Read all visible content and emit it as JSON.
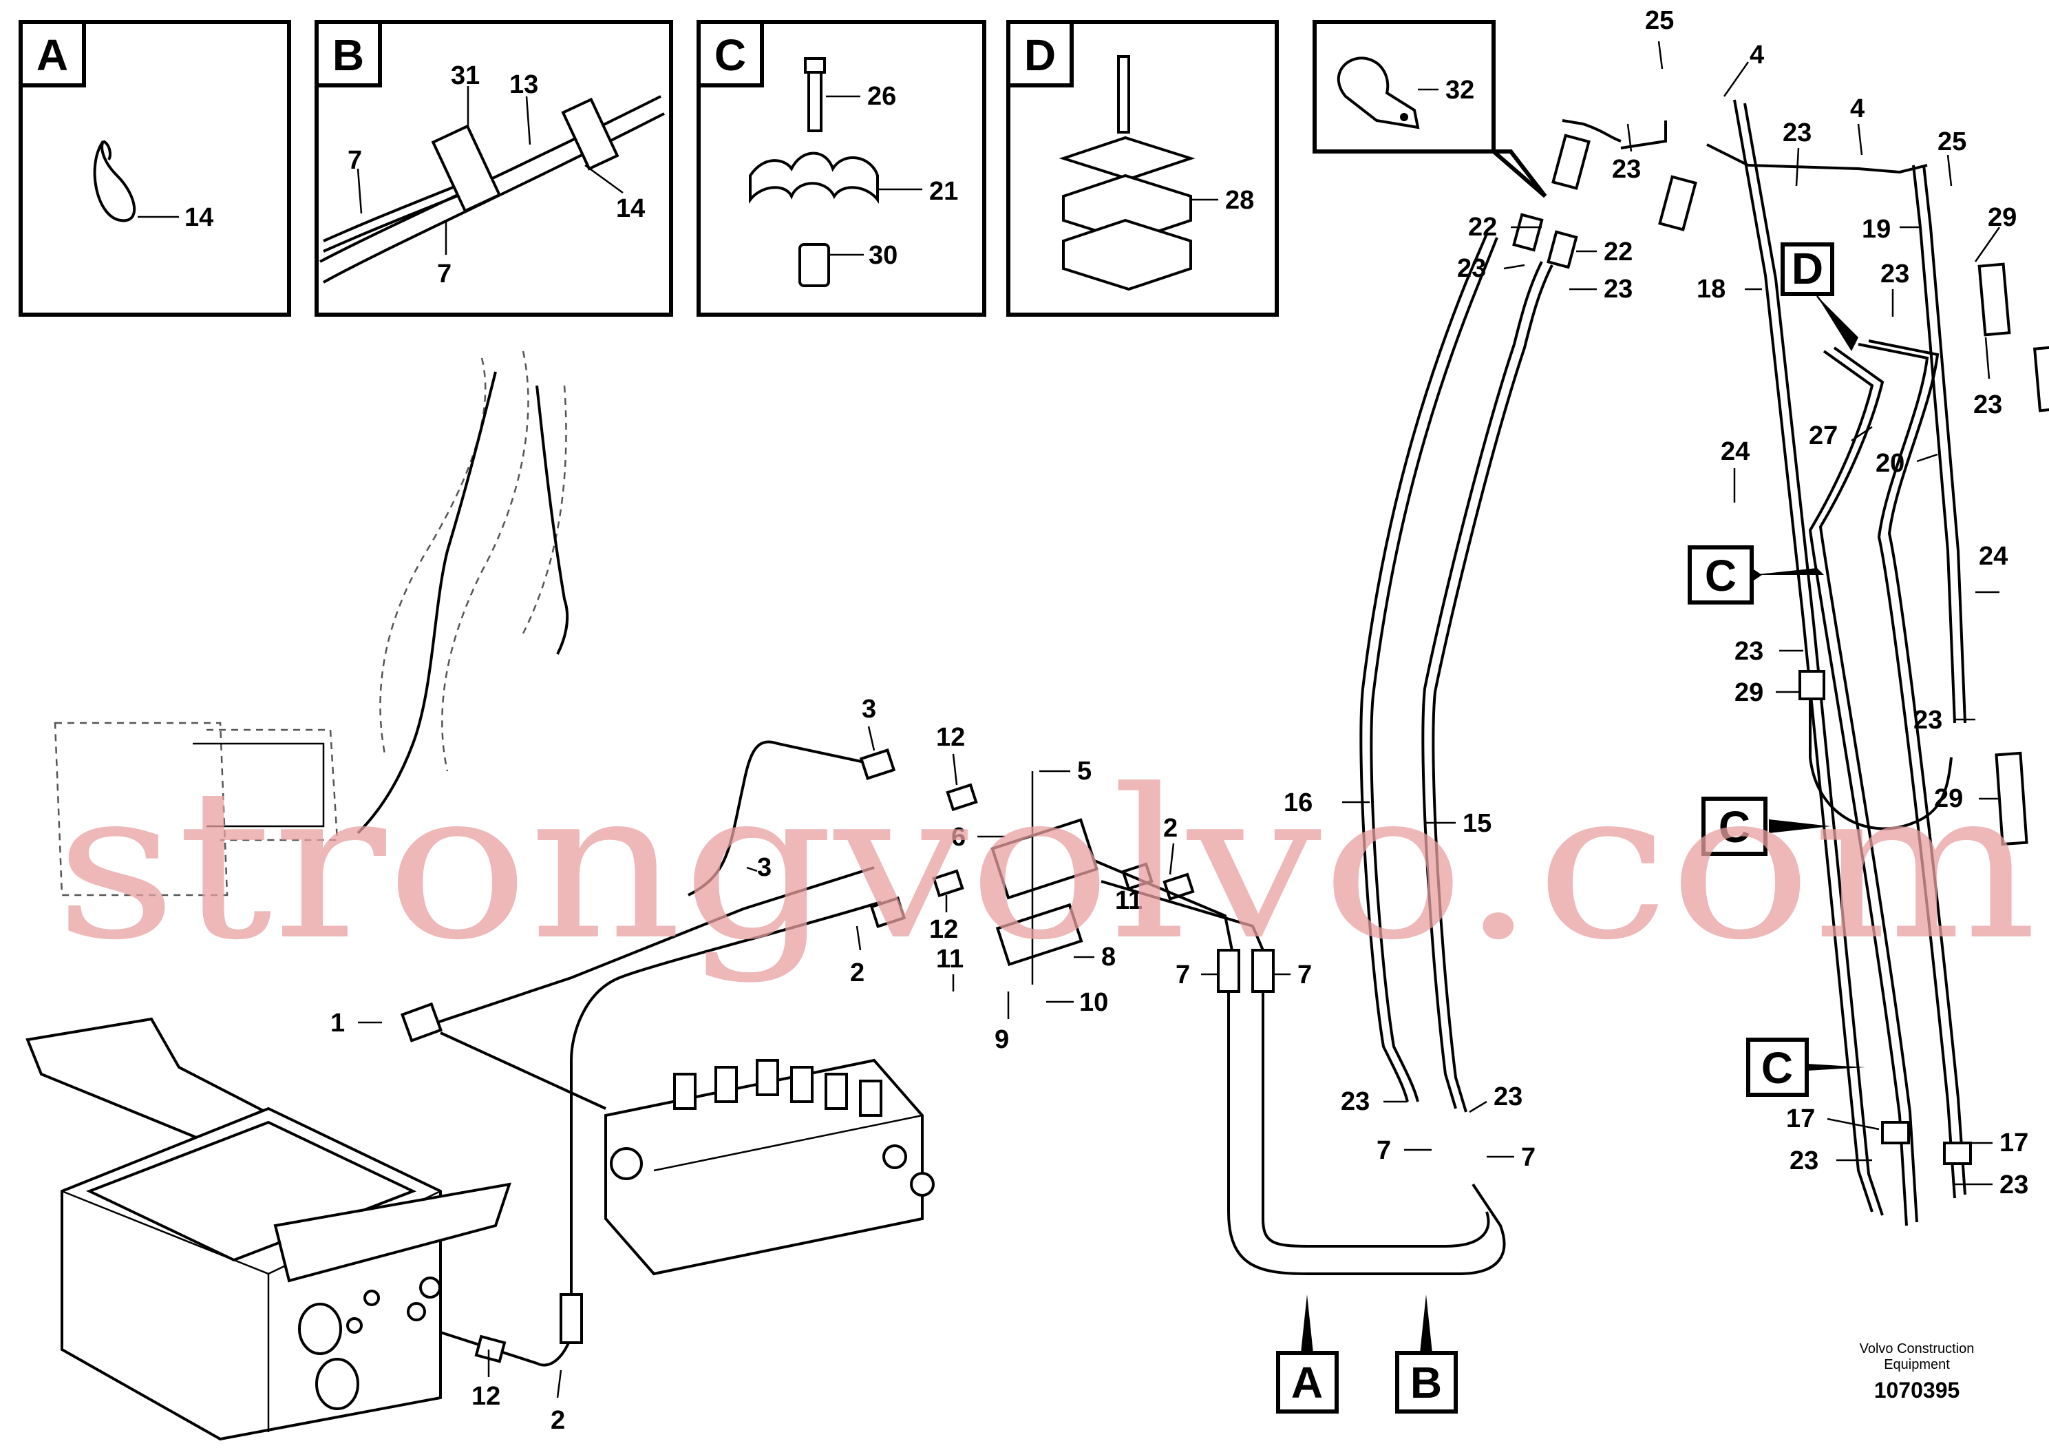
{
  "diagram": {
    "detail_views": [
      {
        "letter": "A",
        "callouts": [
          "14"
        ]
      },
      {
        "letter": "B",
        "callouts": [
          "31",
          "13",
          "7",
          "14",
          "7"
        ]
      },
      {
        "letter": "C",
        "callouts": [
          "26",
          "21",
          "30"
        ]
      },
      {
        "letter": "D",
        "callouts": [
          "28"
        ]
      }
    ],
    "clamp_callout": "32",
    "callouts": [
      "25",
      "4",
      "23",
      "4",
      "25",
      "23",
      "22",
      "23",
      "22",
      "23",
      "29",
      "19",
      "18",
      "23",
      "23",
      "24",
      "27",
      "20",
      "24",
      "23",
      "29",
      "23",
      "29",
      "16",
      "15",
      "3",
      "12",
      "5",
      "6",
      "2",
      "3",
      "12",
      "11",
      "2",
      "8",
      "11",
      "10",
      "9",
      "7",
      "7",
      "1",
      "23",
      "7",
      "23",
      "7",
      "17",
      "17",
      "23",
      "23",
      "12",
      "2"
    ],
    "pointer_boxes": [
      "D",
      "C",
      "C",
      "C",
      "A",
      "B"
    ],
    "watermark": "strongvolvo.com",
    "footer": {
      "line1": "Volvo Construction",
      "line2": "Equipment",
      "code": "1070395"
    }
  }
}
